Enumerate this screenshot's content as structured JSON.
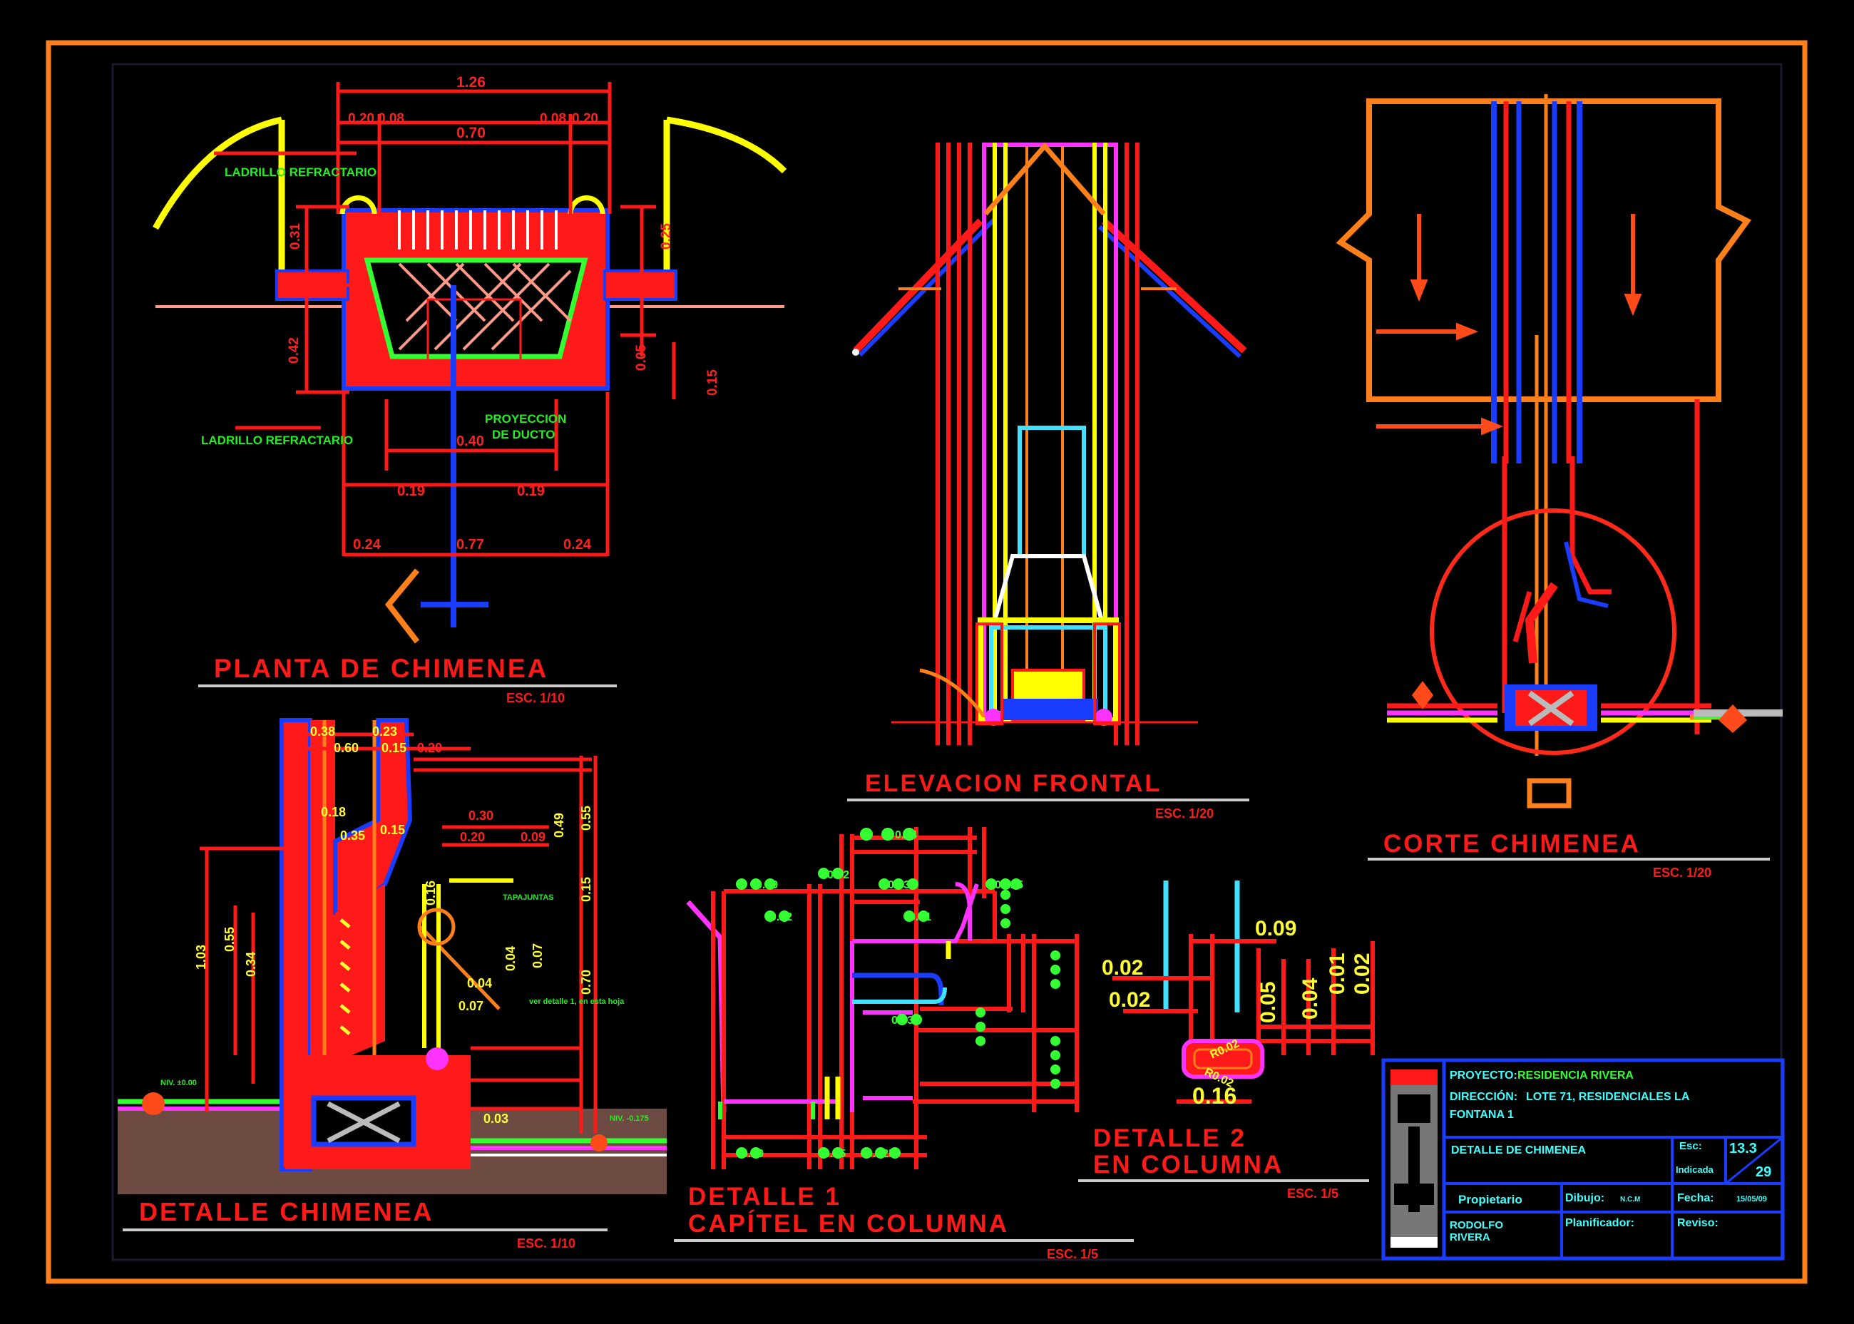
{
  "colors": {
    "background": "#000000",
    "frame": "#ff7f1a",
    "dimension": "#ff2020",
    "title_text": "#ff1a1a",
    "note_text": "#22ee22",
    "titleblock_line": "#1a3cff",
    "titleblock_text": "#40ffff"
  },
  "views": {
    "planta": {
      "title": "PLANTA DE CHIMENEA",
      "scale": "ESC. 1/10"
    },
    "elevacion": {
      "title": "ELEVACION FRONTAL",
      "scale": "ESC. 1/20"
    },
    "corte": {
      "title": "CORTE CHIMENEA",
      "scale": "ESC. 1/20"
    },
    "detalle": {
      "title": "DETALLE  CHIMENEA",
      "scale": "ESC. 1/10"
    },
    "detalle1": {
      "title_line1": "DETALLE 1",
      "title_line2": "CAPÍTEL EN COLUMNA",
      "scale": "ESC. 1/5"
    },
    "detalle2": {
      "title_line1": "DETALLE 2",
      "title_line2": "EN COLUMNA",
      "scale": "ESC. 1/5"
    }
  },
  "planta_labels": {
    "ladrillo_top": "LADRILLO REFRACTARIO",
    "ladrillo_bottom": "LADRILLO REFRACTARIO",
    "proyeccion_1": "PROYECCION",
    "proyeccion_2": "DE DUCTO",
    "dims": {
      "d126": "1.26",
      "d020a": "0.20",
      "d008a": "0.08",
      "d070": "0.70",
      "d008b": "0.08",
      "d020b": "0.20",
      "d031": "0.31",
      "d042": "0.42",
      "d025": "0.25",
      "d005": "0.05",
      "d015": "0.15",
      "d040": "0.40",
      "d019a": "0.19",
      "d019b": "0.19",
      "d024a": "0.24",
      "d077": "0.77",
      "d024b": "0.24"
    }
  },
  "detalle_labels": {
    "d038": "0.38",
    "d023": "0.23",
    "d060": "0.60",
    "d015a": "0.15",
    "d020a": "0.20",
    "d018": "0.18",
    "d035": "0.35",
    "d015b": "0.15",
    "d030": "0.30",
    "d020b": "0.20",
    "d009": "0.09",
    "d049": "0.49",
    "d055a": "0.55",
    "d015c": "0.15",
    "d103": "1.03",
    "d055b": "0.55",
    "d034": "0.34",
    "d016": "0.16",
    "d004": "0.04",
    "d007a": "0.07",
    "d004b": "0.04",
    "d007b": "0.07",
    "d070": "0.70",
    "d003": "0.03",
    "nivel_izq": "NIV. ±0.00",
    "nivel_der": "NIV. -0.175",
    "tapajuntas": "TAPAJUNTAS",
    "ver_detalle": "ver detalle 1, en esta hoja"
  },
  "detalle1_labels": {
    "a": "0.04",
    "b": "0.10",
    "c": "0.03",
    "d": "0.02",
    "e": "0.025",
    "f": "0.02",
    "g": "0.01",
    "h": "0.03",
    "i": "0.10",
    "j": "0.05",
    "k": "0.025"
  },
  "detalle2_labels": {
    "d009": "0.09",
    "d002a": "0.02",
    "d002b": "0.02",
    "d005": "0.05",
    "d004": "0.04",
    "d001": "0.01",
    "d002c": "0.02",
    "d016": "0.16",
    "r002a": "R0.02",
    "r002b": "R0.02"
  },
  "titleblock": {
    "proyecto_label": "PROYECTO:",
    "proyecto_value": "RESIDENCIA RIVERA",
    "direccion_label": "DIRECCIÓN:",
    "direccion_value": "LOTE 71, RESIDENCIALES LA",
    "direccion_value2": "FONTANA 1",
    "sheet_title": "DETALLE DE CHIMENEA",
    "esc_label": "Esc:",
    "esc_value": "Indicada",
    "sheet_no": "13.3",
    "sheet_total": "29",
    "propietario_label": "Propietario",
    "propietario_value1": "RODOLFO",
    "propietario_value2": "RIVERA",
    "dibujo_label": "Dibujo:",
    "dibujo_value": "N.C.M",
    "planificador_label": "Planificador:",
    "fecha_label": "Fecha:",
    "fecha_value": "15/05/09",
    "reviso_label": "Reviso:"
  }
}
